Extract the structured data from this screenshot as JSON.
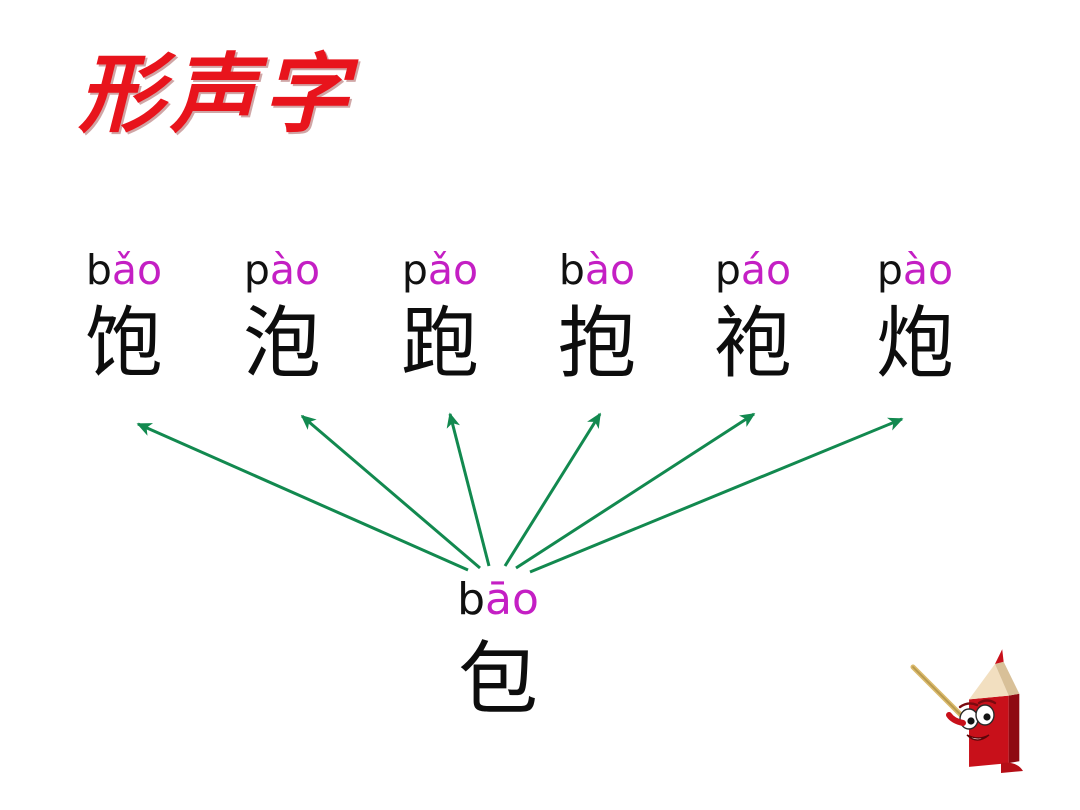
{
  "slide": {
    "title": "形声字",
    "title_color": "#e8141c",
    "background_color": "#ffffff"
  },
  "colors": {
    "pinyin_initial": "#111111",
    "pinyin_final": "#c41fc4",
    "hanzi": "#0d0d0d",
    "arrow": "#12894f",
    "title": "#e8141c"
  },
  "derived": [
    {
      "pinyin": "bǎo",
      "initial": "b",
      "final": "ǎo",
      "hanzi": "饱"
    },
    {
      "pinyin": "pào",
      "initial": "p",
      "final": "ào",
      "hanzi": "泡"
    },
    {
      "pinyin": "pǎo",
      "initial": "p",
      "final": "ǎo",
      "hanzi": "跑"
    },
    {
      "pinyin": "bào",
      "initial": "b",
      "final": "ào",
      "hanzi": "抱"
    },
    {
      "pinyin": "páo",
      "initial": "p",
      "final": "áo",
      "hanzi": "袍"
    },
    {
      "pinyin": "pào",
      "initial": "p",
      "final": "ào",
      "hanzi": "炮"
    }
  ],
  "base": {
    "pinyin": "bāo",
    "initial": "b",
    "final": "āo",
    "hanzi": "包"
  },
  "arrows": {
    "count": 6,
    "color": "#12894f",
    "description": "six green arrows radiating from the base character up to each derived character"
  },
  "mascot": {
    "name": "red-pencil-character",
    "description": "cartoon red pencil holding a wooden pointer stick"
  }
}
